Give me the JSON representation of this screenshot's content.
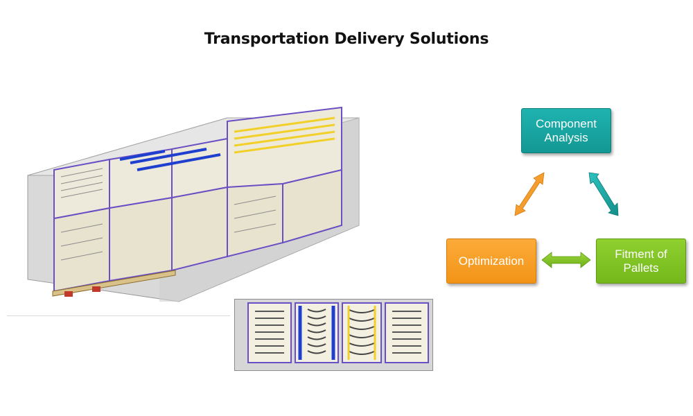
{
  "title": "Transportation Delivery Solutions",
  "diagram": {
    "nodes": [
      {
        "id": "component-analysis",
        "label": "Component\nAnalysis",
        "color": "#1aa8a4"
      },
      {
        "id": "optimization",
        "label": "Optimization",
        "color": "#f7a128"
      },
      {
        "id": "fitment-of-pallets",
        "label": "Fitment  of\nPallets",
        "color": "#80c424"
      }
    ],
    "arrows": [
      {
        "from": "component-analysis",
        "to": "fitment-of-pallets",
        "color": "#1aa8a4"
      },
      {
        "from": "optimization",
        "to": "component-analysis",
        "color": "#f7a128"
      },
      {
        "from": "optimization",
        "to": "fitment-of-pallets",
        "color": "#80c424"
      }
    ]
  },
  "images": [
    {
      "id": "container-3d-view",
      "description_icon": "container-render"
    },
    {
      "id": "container-top-view",
      "description_icon": "container-top-render"
    }
  ]
}
